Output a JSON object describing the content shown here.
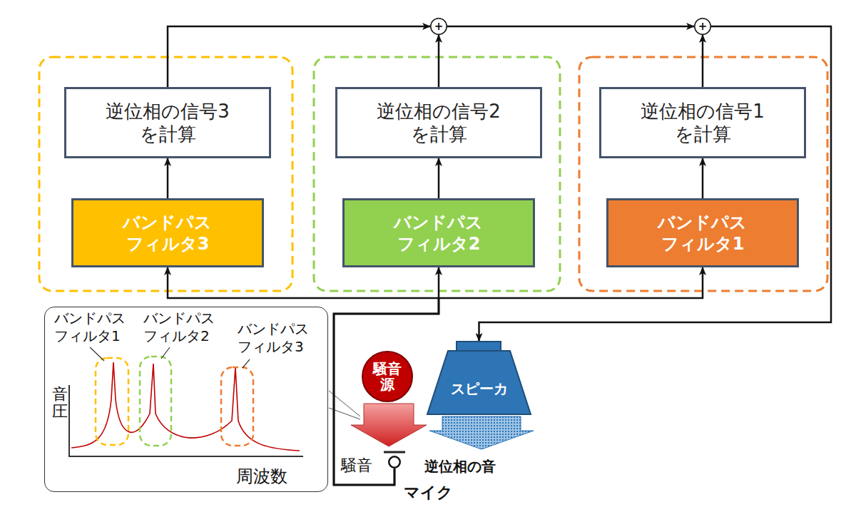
{
  "diagram": {
    "nodes": [
      {
        "text": [
          "逆位相の信号3 を計算"
        ]
      },
      {
        "text": [
          "バンドパス フィルタ3"
        ]
      },
      {
        "text": [
          "逆位相の信号2 を計算"
        ]
      },
      {
        "text": [
          "バンドパス フィルタ2"
        ]
      },
      {
        "text": [
          "逆位相の信号1 を計算"
        ]
      },
      {
        "text": [
          "バンドパス フィルタ1"
        ]
      },
      {
        "text": [
          "+"
        ]
      },
      {
        "text": [
          "+"
        ]
      },
      {
        "text": [
          "バンドパス フィルタ1",
          "バンドパス フィルタ2",
          "バンドパス フィルタ3",
          "音圧",
          "周波数"
        ]
      },
      {
        "text": [
          "騒音 源"
        ]
      },
      {
        "text": [
          "スピーカ"
        ]
      },
      {
        "text": [
          "マイク"
        ]
      }
    ],
    "edges": [
      {
        "from": 1,
        "to": 0,
        "arrow": "to"
      },
      {
        "from": 3,
        "to": 2,
        "arrow": "to"
      },
      {
        "from": 5,
        "to": 4,
        "arrow": "to"
      },
      {
        "from": 0,
        "to": 6,
        "arrow": "to"
      },
      {
        "from": 2,
        "to": 6,
        "arrow": "to"
      },
      {
        "from": 6,
        "to": 7,
        "arrow": "to"
      },
      {
        "from": 4,
        "to": 7,
        "arrow": "to"
      },
      {
        "from": 7,
        "to": 10,
        "arrow": "to"
      },
      {
        "from": 11,
        "to": 1,
        "arrow": "to"
      },
      {
        "from": 11,
        "to": 3,
        "arrow": "to"
      },
      {
        "from": 11,
        "to": 5,
        "arrow": "to"
      }
    ],
    "labels": [
      "騒音",
      "逆位相の音"
    ]
  }
}
